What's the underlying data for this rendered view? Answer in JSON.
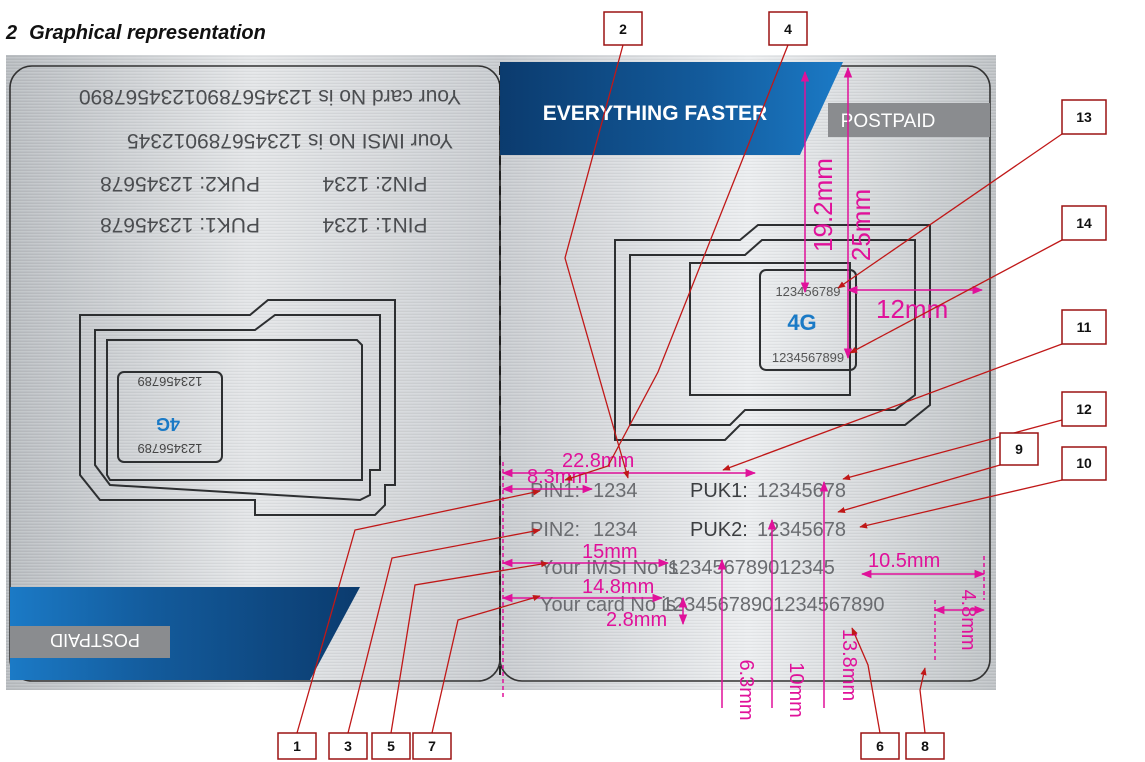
{
  "section": {
    "number": "2",
    "title": "Graphical representation"
  },
  "card": {
    "banner": "EVERYTHING FASTER",
    "postpaid": "POSTPAID",
    "logo": "4G",
    "sim_number": "123456789",
    "sim_number_long": "1234567899",
    "pin1_label": "PIN1:",
    "pin1_value": "1234",
    "pin2_label": "PIN2:",
    "pin2_value": "1234",
    "puk1_label": "PUK1:",
    "puk1_value": "12345678",
    "puk2_label": "PUK2:",
    "puk2_value": "12345678",
    "imsi_label": "Your IMSI No is",
    "imsi_value": "123456789012345",
    "card_label": "Your card No is",
    "card_value": "12345678901234567890",
    "back_line1": "Your card No is 12345678901234567890",
    "back_line2": "Your IMSI No is 123456789012345",
    "back_line3a": "PIN2: 1234",
    "back_line3b": "PUK2: 12345678",
    "back_line4a": "PIN1: 1234",
    "back_line4b": "PUK1: 12345678"
  },
  "dimensions": {
    "d19_2": "19.2mm",
    "d25": "25mm",
    "d12": "12mm",
    "d22_8": "22.8mm",
    "d8_3": "8.3mm",
    "d15": "15mm",
    "d14_8": "14.8mm",
    "d2_8": "2.8mm",
    "d6_3": "6.3mm",
    "d10": "10mm",
    "d13_8": "13.8mm",
    "d10_5": "10.5mm",
    "d4_8": "4.8mm"
  },
  "callouts": [
    "1",
    "2",
    "3",
    "4",
    "5",
    "6",
    "7",
    "8",
    "9",
    "10",
    "11",
    "12",
    "13",
    "14"
  ],
  "colors": {
    "dimension": "#e0119a",
    "banner": "#0e4a86",
    "callout_line": "#c01818"
  }
}
